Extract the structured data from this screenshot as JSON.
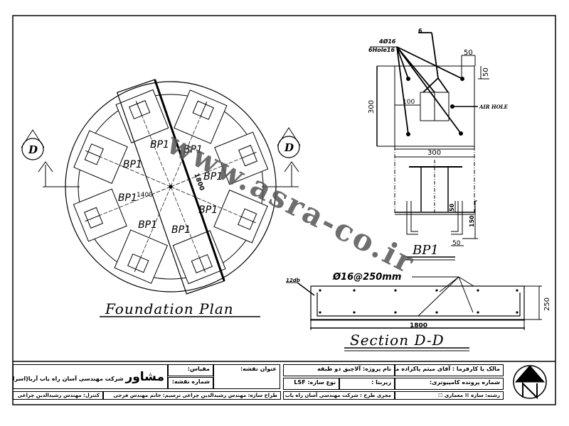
{
  "plan": {
    "title": "Foundation Plan",
    "pad_label": "BP1",
    "pad_count": 8,
    "dim_diameter": "1400",
    "dim_strip": "1800",
    "section_marker": "D"
  },
  "detail_bp1": {
    "title": "BP1",
    "bars_label": "4Ø16",
    "holes_label": "6Hole16",
    "air_hole_label": "AIR HOLE",
    "plate_width": "300",
    "plate_height": "300",
    "edge_top": "50",
    "edge_side": "50",
    "inner_dim": "100",
    "dim_small": "50",
    "dim_embed": "150",
    "dim_bottom": "50",
    "weld_symbol": "6"
  },
  "section": {
    "title": "Section D-D",
    "rebar_label": "Ø16@250mm",
    "hook_label": "12db",
    "width": "1800",
    "height": "250"
  },
  "watermark": "www.asra-co.ir",
  "title_block": {
    "consultant_big": "مشاور",
    "consultant": "شرکت مهندسی آسان راه یاب آریا(اسراکو)",
    "scale_label": "مقیاس:",
    "sheet_no_label": "شماره نقشه:",
    "sheet_title_label": "عنوان نقشه:",
    "project_name": "نام پروژه: آلاچیق دو طبقه",
    "owner": "مالک یا کارفرما :  آقای میثم پاکزاده ماسوله",
    "structure_type": "نوع سازه:  LSF",
    "area_label": "زیربنا :",
    "computer_file": "شماره پرونده کامپیوتری:",
    "executor": "مجری طرح : شرکت مهندسی آسان راه یاب آریا(اسراکو)",
    "discipline": "رشته:   سازه ☒   معماری ☐",
    "designer": "طراح سازه: مهندس رشیدالدین چراغی  ترسیم: خانم مهندس فرجی",
    "control": "کنترل: مهندس رشیدالدین چراغی",
    "north_letter": "N"
  }
}
